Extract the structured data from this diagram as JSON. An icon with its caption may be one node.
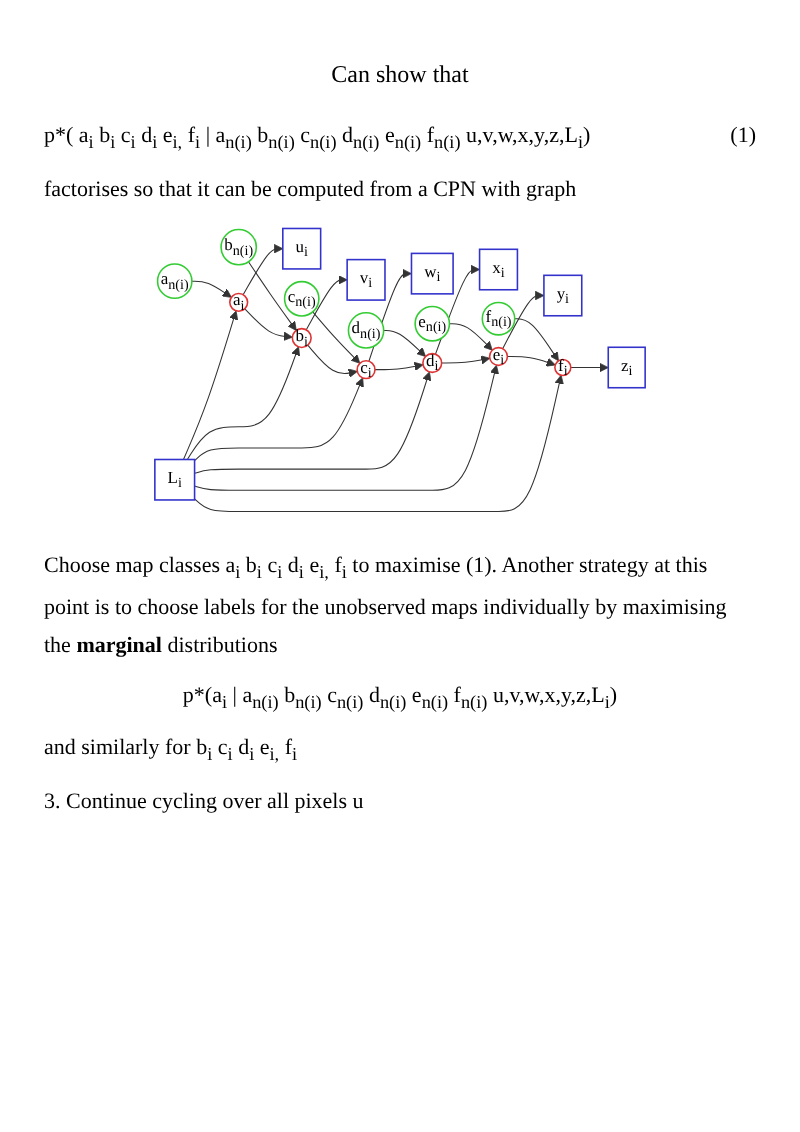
{
  "diagram": {
    "title": "Can show that",
    "nodes": [
      {
        "text": [
          "u$_{i}$"
        ]
      },
      {
        "text": [
          "v$_{i}$"
        ]
      },
      {
        "text": [
          "w$_{i}$"
        ]
      },
      {
        "text": [
          "x$_{i}$"
        ]
      },
      {
        "text": [
          "y$_{i}$"
        ]
      },
      {
        "text": [
          "z$_{i}$"
        ]
      },
      {
        "text": [
          "a$_{n(i)}$"
        ]
      },
      {
        "text": [
          "b$_{n(i)}$"
        ]
      },
      {
        "text": [
          "c$_{n(i)}$"
        ]
      },
      {
        "text": [
          "d$_{n(i)}$"
        ]
      },
      {
        "text": [
          "e$_{n(i)}$"
        ]
      },
      {
        "text": [
          "f$_{n(i)}$"
        ]
      },
      {
        "text": [
          "a$_{i}$"
        ]
      },
      {
        "text": [
          "b$_{i}$"
        ]
      },
      {
        "text": [
          "c$_{i}$"
        ]
      },
      {
        "text": [
          "d$_{i}$"
        ]
      },
      {
        "text": [
          "e$_{i}$"
        ]
      },
      {
        "text": [
          "f$_{i}$"
        ]
      },
      {
        "text": [
          "L$_{i}$"
        ]
      }
    ],
    "edges": [
      {
        "from": 12,
        "to": 0,
        "arrow": "to"
      },
      {
        "from": 13,
        "to": 1,
        "arrow": "to"
      },
      {
        "from": 14,
        "to": 2,
        "arrow": "to"
      },
      {
        "from": 15,
        "to": 3,
        "arrow": "to"
      },
      {
        "from": 16,
        "to": 4,
        "arrow": "to"
      },
      {
        "from": 17,
        "to": 5,
        "arrow": "to"
      },
      {
        "from": 6,
        "to": 12,
        "arrow": "to"
      },
      {
        "from": 7,
        "to": 13,
        "arrow": "to"
      },
      {
        "from": 8,
        "to": 14,
        "arrow": "to"
      },
      {
        "from": 9,
        "to": 15,
        "arrow": "to"
      },
      {
        "from": 10,
        "to": 16,
        "arrow": "to"
      },
      {
        "from": 11,
        "to": 17,
        "arrow": "to"
      },
      {
        "from": 12,
        "to": 13,
        "arrow": "to"
      },
      {
        "from": 13,
        "to": 14,
        "arrow": "to"
      },
      {
        "from": 14,
        "to": 15,
        "arrow": "to"
      },
      {
        "from": 15,
        "to": 16,
        "arrow": "to"
      },
      {
        "from": 16,
        "to": 17,
        "arrow": "to"
      },
      {
        "from": 18,
        "to": 12,
        "arrow": "to"
      },
      {
        "from": 18,
        "to": 13,
        "arrow": "to"
      },
      {
        "from": 18,
        "to": 14,
        "arrow": "to"
      },
      {
        "from": 18,
        "to": 15,
        "arrow": "to"
      },
      {
        "from": 18,
        "to": 16,
        "arrow": "to"
      },
      {
        "from": 18,
        "to": 17,
        "arrow": "to"
      }
    ],
    "labels": [
      "p*( a$_{i}$ b$_{i}$ c$_{i}$ d$_{i}$ e$_{i,}$ f$_{i}$ | a$_{n(i)}$ b$_{n(i)}$ c$_{n(i)}$ d$_{n(i)}$ e$_{n(i)}$ f$_{n(i)}$ u,v,w,x,y,z,L$_{i}$)",
      "(1)",
      "factorises so that it can be computed from a CPN with graph",
      "Choose map classes a$_{i}$ b$_{i}$ c$_{i}$ d$_{i}$ e$_{i,}$ f$_{i}$ to maximise (1). Another strategy at this point is to choose labels for the unobserved maps individually by maximising the **marginal** distributions",
      "p*(a$_{i}$ | a$_{n(i)}$ b$_{n(i)}$ c$_{n(i)}$ d$_{n(i)}$ e$_{n(i)}$ f$_{n(i)}$ u,v,w,x,y,z,L$_{i}$)",
      "and similarly for b$_{i}$ c$_{i}$ d$_{i}$ e$_{i,}$ f$_{i}$",
      "3. Continue cycling over all pixels u"
    ]
  }
}
